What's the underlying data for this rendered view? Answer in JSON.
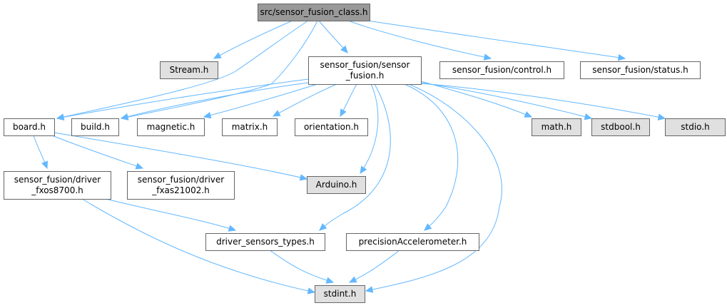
{
  "title": "src/sensor_fusion_class.h",
  "colors": {
    "root_fill": "#999999",
    "local_fill": "#ffffff",
    "external_fill": "#e0e0e0",
    "edge": "#63b8ff",
    "border": "#666666"
  },
  "nodes": [
    {
      "id": "root",
      "lines": [
        "src/sensor_fusion_class.h"
      ],
      "kind": "root"
    },
    {
      "id": "stream",
      "lines": [
        "Stream.h"
      ],
      "kind": "external"
    },
    {
      "id": "sf",
      "lines": [
        "sensor_fusion/sensor",
        "_fusion.h"
      ],
      "kind": "local"
    },
    {
      "id": "control",
      "lines": [
        "sensor_fusion/control.h"
      ],
      "kind": "local"
    },
    {
      "id": "status",
      "lines": [
        "sensor_fusion/status.h"
      ],
      "kind": "local"
    },
    {
      "id": "board",
      "lines": [
        "board.h"
      ],
      "kind": "local"
    },
    {
      "id": "build",
      "lines": [
        "build.h"
      ],
      "kind": "local"
    },
    {
      "id": "magnetic",
      "lines": [
        "magnetic.h"
      ],
      "kind": "local"
    },
    {
      "id": "matrix",
      "lines": [
        "matrix.h"
      ],
      "kind": "local"
    },
    {
      "id": "orientation",
      "lines": [
        "orientation.h"
      ],
      "kind": "local"
    },
    {
      "id": "math",
      "lines": [
        "math.h"
      ],
      "kind": "external"
    },
    {
      "id": "stdbool",
      "lines": [
        "stdbool.h"
      ],
      "kind": "external"
    },
    {
      "id": "stdio",
      "lines": [
        "stdio.h"
      ],
      "kind": "external"
    },
    {
      "id": "fxos",
      "lines": [
        "sensor_fusion/driver",
        "_fxos8700.h"
      ],
      "kind": "local"
    },
    {
      "id": "fxas",
      "lines": [
        "sensor_fusion/driver",
        "_fxas21002.h"
      ],
      "kind": "local"
    },
    {
      "id": "arduino",
      "lines": [
        "Arduino.h"
      ],
      "kind": "external"
    },
    {
      "id": "dst",
      "lines": [
        "driver_sensors_types.h"
      ],
      "kind": "local"
    },
    {
      "id": "precacc",
      "lines": [
        "precisionAccelerometer.h"
      ],
      "kind": "local"
    },
    {
      "id": "stdint",
      "lines": [
        "stdint.h"
      ],
      "kind": "external"
    }
  ],
  "edges": [
    [
      "root",
      "stream"
    ],
    [
      "root",
      "sf"
    ],
    [
      "root",
      "control"
    ],
    [
      "root",
      "status"
    ],
    [
      "root",
      "board"
    ],
    [
      "root",
      "build"
    ],
    [
      "sf",
      "board"
    ],
    [
      "sf",
      "build"
    ],
    [
      "sf",
      "magnetic"
    ],
    [
      "sf",
      "matrix"
    ],
    [
      "sf",
      "orientation"
    ],
    [
      "sf",
      "arduino"
    ],
    [
      "sf",
      "dst"
    ],
    [
      "sf",
      "precacc"
    ],
    [
      "sf",
      "stdint"
    ],
    [
      "sf",
      "math"
    ],
    [
      "sf",
      "stdbool"
    ],
    [
      "sf",
      "stdio"
    ],
    [
      "board",
      "fxos"
    ],
    [
      "board",
      "fxas"
    ],
    [
      "board",
      "arduino"
    ],
    [
      "fxos",
      "dst"
    ],
    [
      "fxos",
      "stdint"
    ],
    [
      "dst",
      "stdint"
    ],
    [
      "precacc",
      "stdint"
    ]
  ]
}
